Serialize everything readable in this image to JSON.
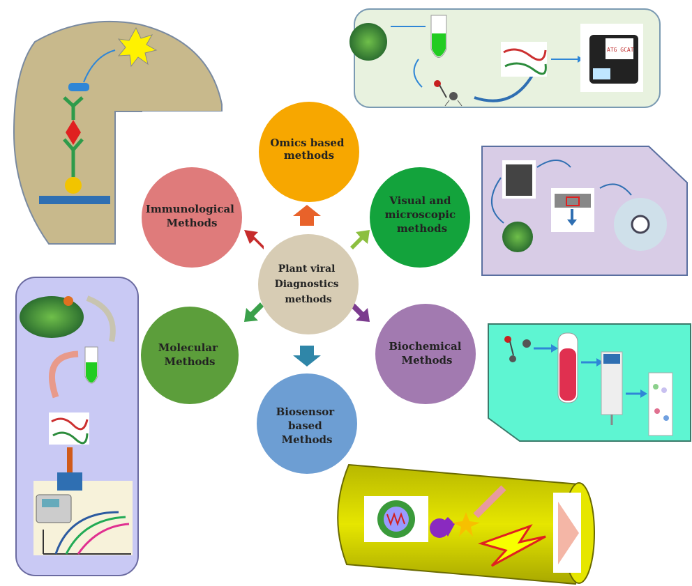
{
  "center": {
    "lines": [
      "Plant viral",
      "Diagnostics",
      "methods"
    ]
  },
  "methods": [
    {
      "id": "omics",
      "lines": [
        "Omics based",
        "methods"
      ],
      "color": "#f7a700",
      "arrow_color": "#e8622a"
    },
    {
      "id": "visual",
      "lines": [
        "Visual and",
        "microscopic",
        "methods"
      ],
      "color": "#13a33c",
      "arrow_color": "#8cbf3f"
    },
    {
      "id": "biochemical",
      "lines": [
        "Biochemical",
        "Methods"
      ],
      "color": "#a27ab0",
      "arrow_color": "#7b3b8e"
    },
    {
      "id": "biosensor",
      "lines": [
        "Biosensor",
        "based",
        "Methods"
      ],
      "color": "#6d9ed3",
      "arrow_color": "#2f86a8"
    },
    {
      "id": "molecular",
      "lines": [
        "Molecular",
        "Methods"
      ],
      "color": "#5c9e3b",
      "arrow_color": "#3aa04a"
    },
    {
      "id": "immunological",
      "lines": [
        "Immunological",
        "Methods"
      ],
      "color": "#df7b7b",
      "arrow_color": "#c62b2b"
    }
  ],
  "colors": {
    "immuno_panel": "#c8b98c",
    "omics_panel": "#e8f2df",
    "visual_panel": "#d8cce6",
    "molecular_panel": "#c9c9f4",
    "biochem_panel": "#5ef5d2",
    "biosensor_tube": "#d7d700",
    "center": "#d7ccb4"
  },
  "decor": {
    "dna_text": "ATG GCAT"
  }
}
